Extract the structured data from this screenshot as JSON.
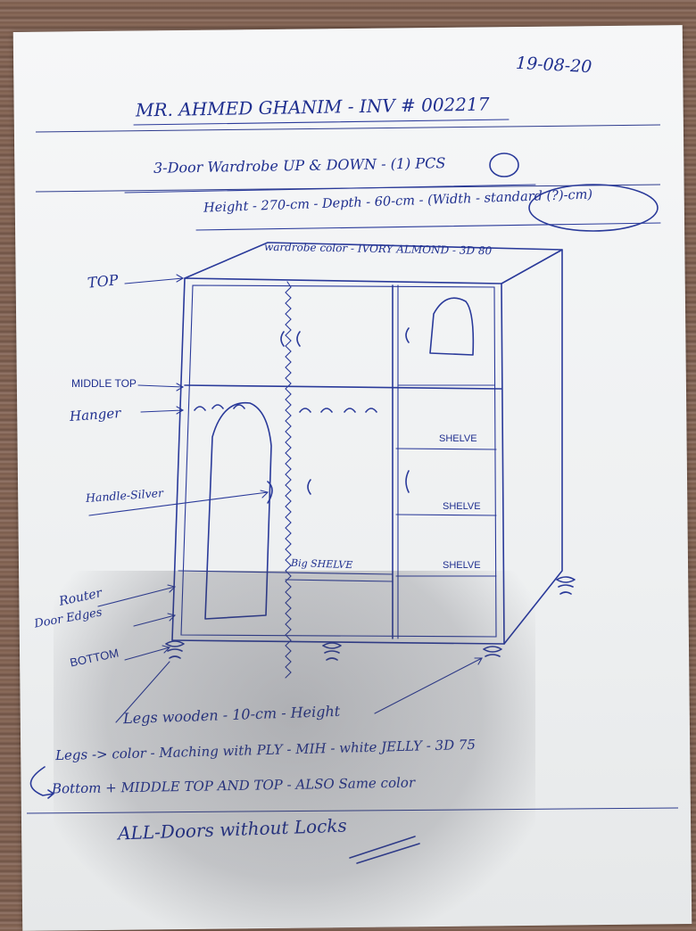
{
  "header": {
    "date": "19-08-20",
    "customer_line": "MR. AHMED GHANIM - INV # 002217"
  },
  "spec": {
    "item_line": "3-Door Wardrobe UP & DOWN - (1) PCS",
    "dimensions_line": "Height - 270-cm - Depth - 60-cm - (Width - standard (?)-cm)"
  },
  "drawing": {
    "color_note": "wardrobe color - IVORY ALMOND - 3D 80",
    "labels": {
      "top": "TOP",
      "middle_top": "MIDDLE TOP",
      "hanger": "Hanger",
      "handle": "Handle-Silver",
      "router": "Router",
      "door_edges": "Door Edges",
      "bottom": "BOTTOM",
      "shelve_1": "SHELVE",
      "shelve_2": "SHELVE",
      "shelve_3": "SHELVE",
      "big_shelve": "Big SHELVE"
    }
  },
  "notes": {
    "legs_height": "Legs wooden - 10-cm - Height",
    "legs_color": "Legs -> color - Maching with PLY - MIH - white JELLY - 3D 75",
    "same_color": "Bottom + MIDDLE TOP AND TOP - ALSO Same color",
    "locks": "ALL-Doors without Locks"
  },
  "colors": {
    "ink": "#2a3a9a",
    "paper": "#f2f4f5",
    "background_wood": "#8b6c5b"
  }
}
